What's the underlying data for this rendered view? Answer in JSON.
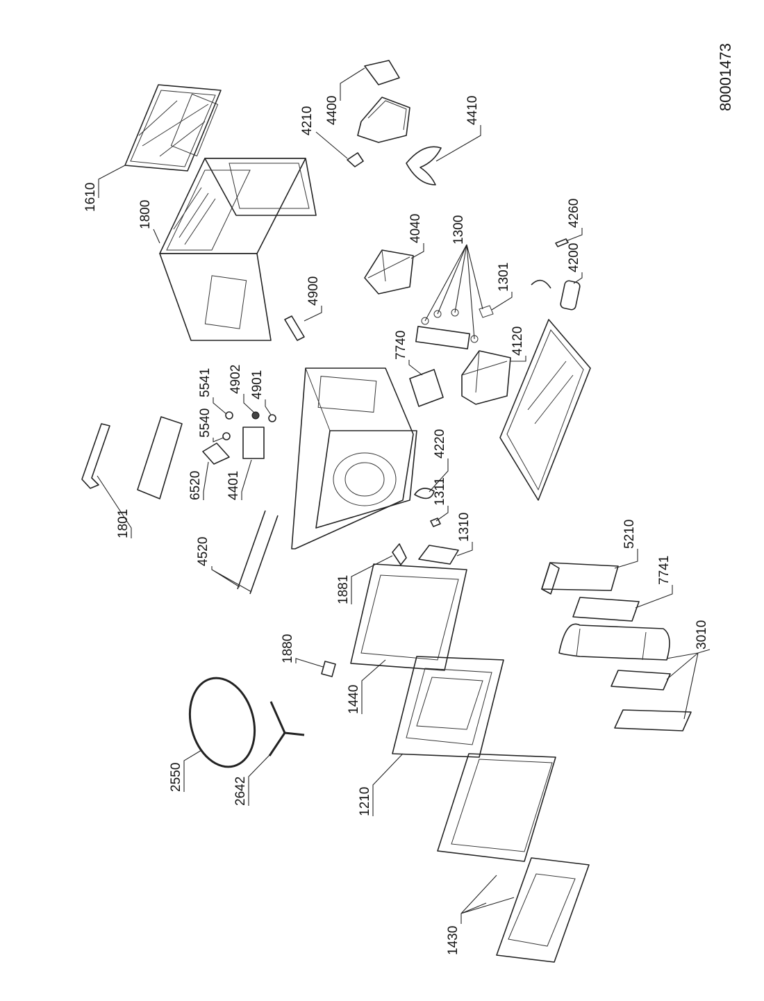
{
  "document_number": "80001473",
  "callouts": [
    {
      "id": "1610",
      "label": "1610"
    },
    {
      "id": "1800",
      "label": "1800"
    },
    {
      "id": "4210",
      "label": "4210"
    },
    {
      "id": "4400",
      "label": "4400"
    },
    {
      "id": "4410",
      "label": "4410"
    },
    {
      "id": "4040",
      "label": "4040"
    },
    {
      "id": "1300",
      "label": "1300"
    },
    {
      "id": "4260",
      "label": "4260"
    },
    {
      "id": "4200",
      "label": "4200"
    },
    {
      "id": "1301",
      "label": "1301"
    },
    {
      "id": "4900",
      "label": "4900"
    },
    {
      "id": "7740",
      "label": "7740"
    },
    {
      "id": "4120",
      "label": "4120"
    },
    {
      "id": "5541",
      "label": "5541"
    },
    {
      "id": "4902",
      "label": "4902"
    },
    {
      "id": "4901",
      "label": "4901"
    },
    {
      "id": "5540",
      "label": "5540"
    },
    {
      "id": "6520",
      "label": "6520"
    },
    {
      "id": "4401",
      "label": "4401"
    },
    {
      "id": "1801",
      "label": "1801"
    },
    {
      "id": "4220",
      "label": "4220"
    },
    {
      "id": "1311",
      "label": "1311"
    },
    {
      "id": "1310",
      "label": "1310"
    },
    {
      "id": "4520",
      "label": "4520"
    },
    {
      "id": "1881",
      "label": "1881"
    },
    {
      "id": "5210",
      "label": "5210"
    },
    {
      "id": "7741",
      "label": "7741"
    },
    {
      "id": "1880",
      "label": "1880"
    },
    {
      "id": "3010",
      "label": "3010"
    },
    {
      "id": "1440",
      "label": "1440"
    },
    {
      "id": "2550",
      "label": "2550"
    },
    {
      "id": "2642",
      "label": "2642"
    },
    {
      "id": "1210",
      "label": "1210"
    },
    {
      "id": "1430",
      "label": "1430"
    }
  ]
}
